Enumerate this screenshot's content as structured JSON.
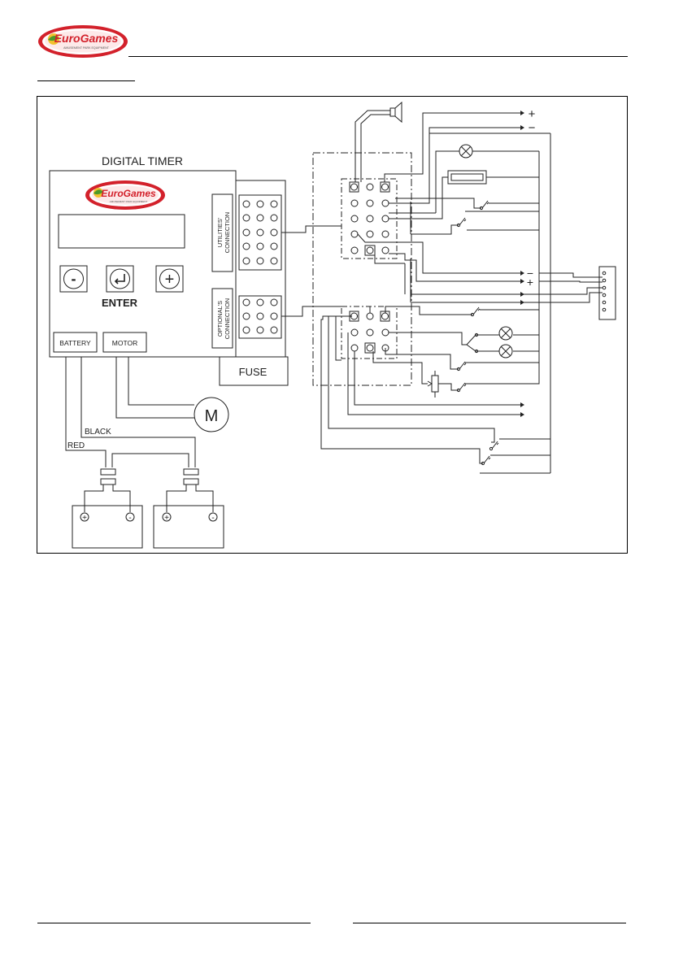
{
  "header": {
    "logo_text": "EuroGames",
    "logo_subtext": "AMUSEMENT PARK EQUIPMENT"
  },
  "diagram": {
    "title": "DIGITAL TIMER",
    "enter_label": "ENTER",
    "minus_symbol": "-",
    "plus_symbol": "+",
    "utilities_line1": "UTILITIES'",
    "utilities_line2": "CONNECTION",
    "optionals_line1": "OPTIONAL'S",
    "optionals_line2": "CONNECTION",
    "battery_label": "BATTERY",
    "motor_label": "MOTOR",
    "fuse_label": "FUSE",
    "motor_symbol": "M",
    "wire_black": "BLACK",
    "wire_red": "RED",
    "terminal_plus": "+",
    "terminal_minus": "-",
    "supply_plus": "+",
    "supply_minus": "−"
  },
  "colors": {
    "logo_red": "#d3212b",
    "logo_green": "#4c9a2a",
    "logo_yellow": "#f2c12e",
    "line": "#222222"
  }
}
